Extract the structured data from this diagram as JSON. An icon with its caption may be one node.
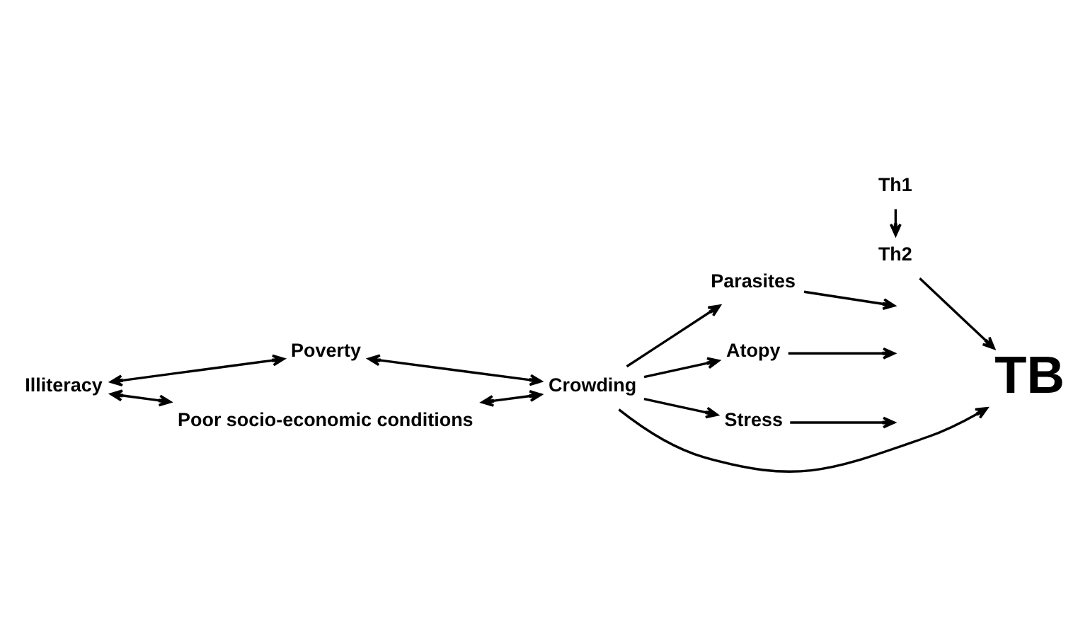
{
  "diagram": {
    "nodes": [
      {
        "text": [
          "Poverty"
        ]
      },
      {
        "text": [
          "Illiteracy"
        ]
      },
      {
        "text": [
          "Crowding"
        ]
      },
      {
        "text": [
          "Poor socio-economic conditions"
        ]
      },
      {
        "text": [
          "Parasites"
        ]
      },
      {
        "text": [
          "Atopy"
        ]
      },
      {
        "text": [
          "Stress"
        ]
      },
      {
        "text": [
          "Th1"
        ]
      },
      {
        "text": [
          "Th2"
        ]
      },
      {
        "text": [
          "TB"
        ]
      }
    ],
    "edges": [
      {
        "from": 0,
        "to": 1,
        "arrow": "both"
      },
      {
        "from": 0,
        "to": 2,
        "arrow": "both"
      },
      {
        "from": 3,
        "to": 1,
        "arrow": "both"
      },
      {
        "from": 3,
        "to": 2,
        "arrow": "both"
      },
      {
        "from": 2,
        "to": 4,
        "arrow": "to"
      },
      {
        "from": 2,
        "to": 5,
        "arrow": "to"
      },
      {
        "from": 2,
        "to": 6,
        "arrow": "to"
      },
      {
        "from": 2,
        "to": 9,
        "arrow": "to"
      },
      {
        "from": 4,
        "to": null,
        "arrow": "to"
      },
      {
        "from": 5,
        "to": null,
        "arrow": "to"
      },
      {
        "from": 6,
        "to": null,
        "arrow": "to"
      },
      {
        "from": 7,
        "to": 8,
        "arrow": "to"
      },
      {
        "from": 8,
        "to": 9,
        "arrow": "to"
      }
    ]
  }
}
